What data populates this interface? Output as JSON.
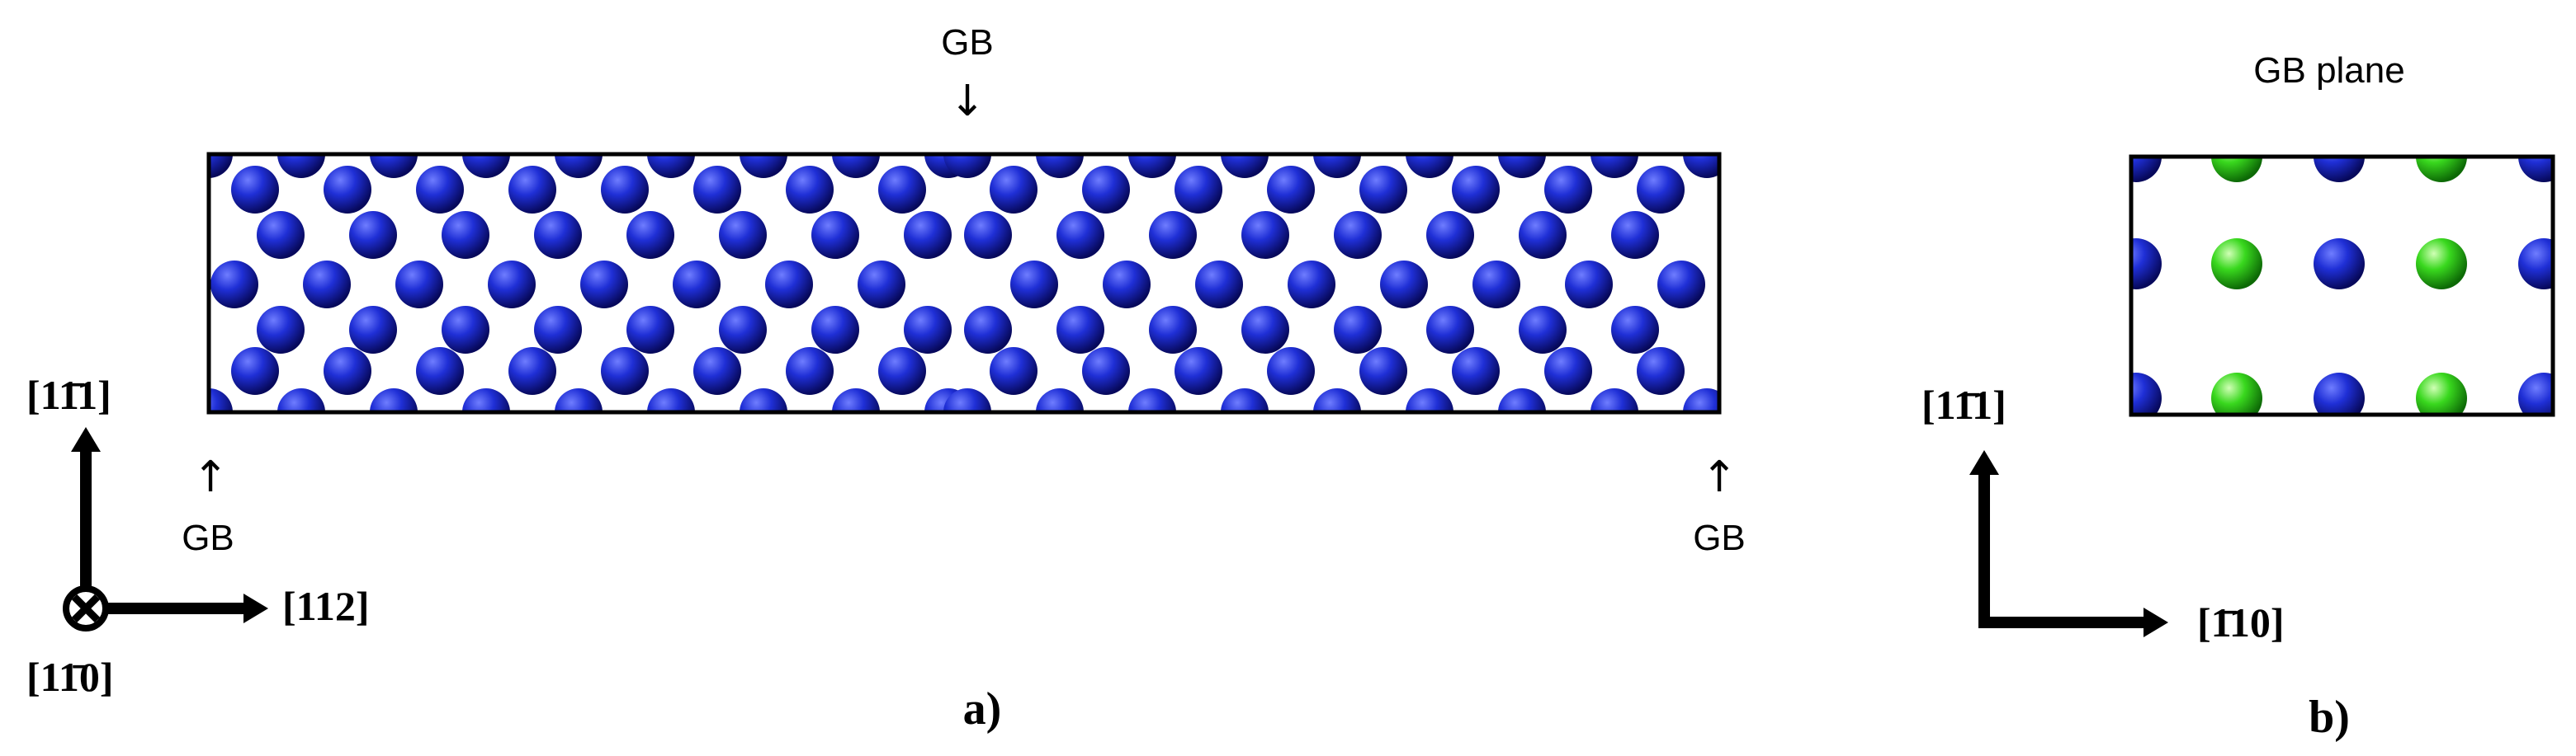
{
  "colors": {
    "background": "#ffffff",
    "frame": "#000000",
    "atom_blue_light": "#5b6cff",
    "atom_blue": "#1f2fd6",
    "atom_blue_dark": "#0a0f80",
    "atom_green_light": "#b9ff9a",
    "atom_green": "#39d81e",
    "atom_green_dark": "#138a0a"
  },
  "icons": {
    "gb_arrow_down": "↓",
    "gb_arrow_up": "↑",
    "into_page_marker": "circle-with-x-icon"
  },
  "panel_a": {
    "caption": "a)",
    "gb_top": "GB",
    "gb_bottom_left": "GB",
    "gb_bottom_right": "GB",
    "axis_vertical": "[11̄1]",
    "axis_horizontal": "[112]",
    "axis_out_of_plane": "[11̄0]"
  },
  "panel_b": {
    "caption": "b)",
    "title": "GB plane",
    "axis_vertical": "[11̄1]",
    "axis_horizontal": "[1̄10]"
  }
}
